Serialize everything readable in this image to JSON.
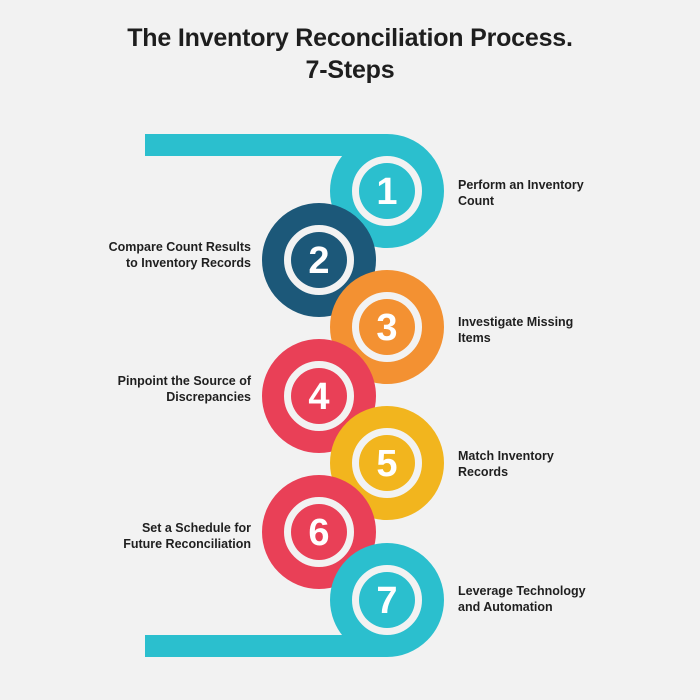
{
  "title": {
    "line1": "The Inventory Reconciliation Process.",
    "line2": "7-Steps"
  },
  "colors": {
    "background": "#f2f2f2",
    "cyan": "#2bbfce",
    "navy": "#1c5879",
    "orange": "#f39132",
    "red": "#e94057",
    "gold": "#f2b51e",
    "badge_inner": "#ffffff"
  },
  "steps": [
    {
      "number": "1",
      "label_line1": "Perform an Inventory",
      "label_line2": "Count",
      "color": "cyan",
      "side": "right"
    },
    {
      "number": "2",
      "label_line1": "Compare Count Results",
      "label_line2": "to Inventory Records",
      "color": "navy",
      "side": "left"
    },
    {
      "number": "3",
      "label_line1": "Investigate Missing",
      "label_line2": "Items",
      "color": "orange",
      "side": "right"
    },
    {
      "number": "4",
      "label_line1": "Pinpoint the Source of",
      "label_line2": "Discrepancies",
      "color": "red",
      "side": "left"
    },
    {
      "number": "5",
      "label_line1": "Match Inventory",
      "label_line2": "Records",
      "color": "gold",
      "side": "right"
    },
    {
      "number": "6",
      "label_line1": "Set a Schedule for",
      "label_line2": "Future Reconciliation",
      "color": "red",
      "side": "left"
    },
    {
      "number": "7",
      "label_line1": "Leverage Technology",
      "label_line2": "and Automation",
      "color": "cyan",
      "side": "right"
    }
  ]
}
